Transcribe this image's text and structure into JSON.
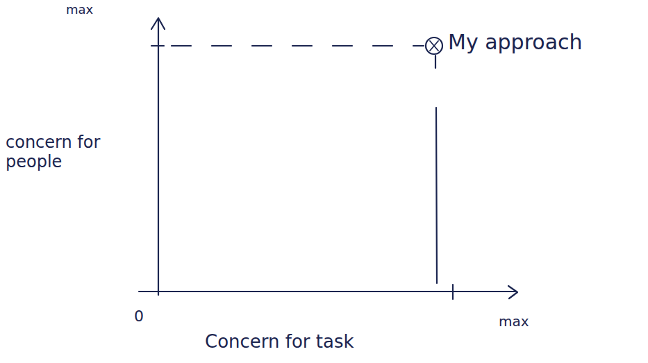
{
  "diagram": {
    "labels": [
      "max",
      "concern for people",
      "My approach",
      "0",
      "max",
      "Concern for task"
    ]
  }
}
